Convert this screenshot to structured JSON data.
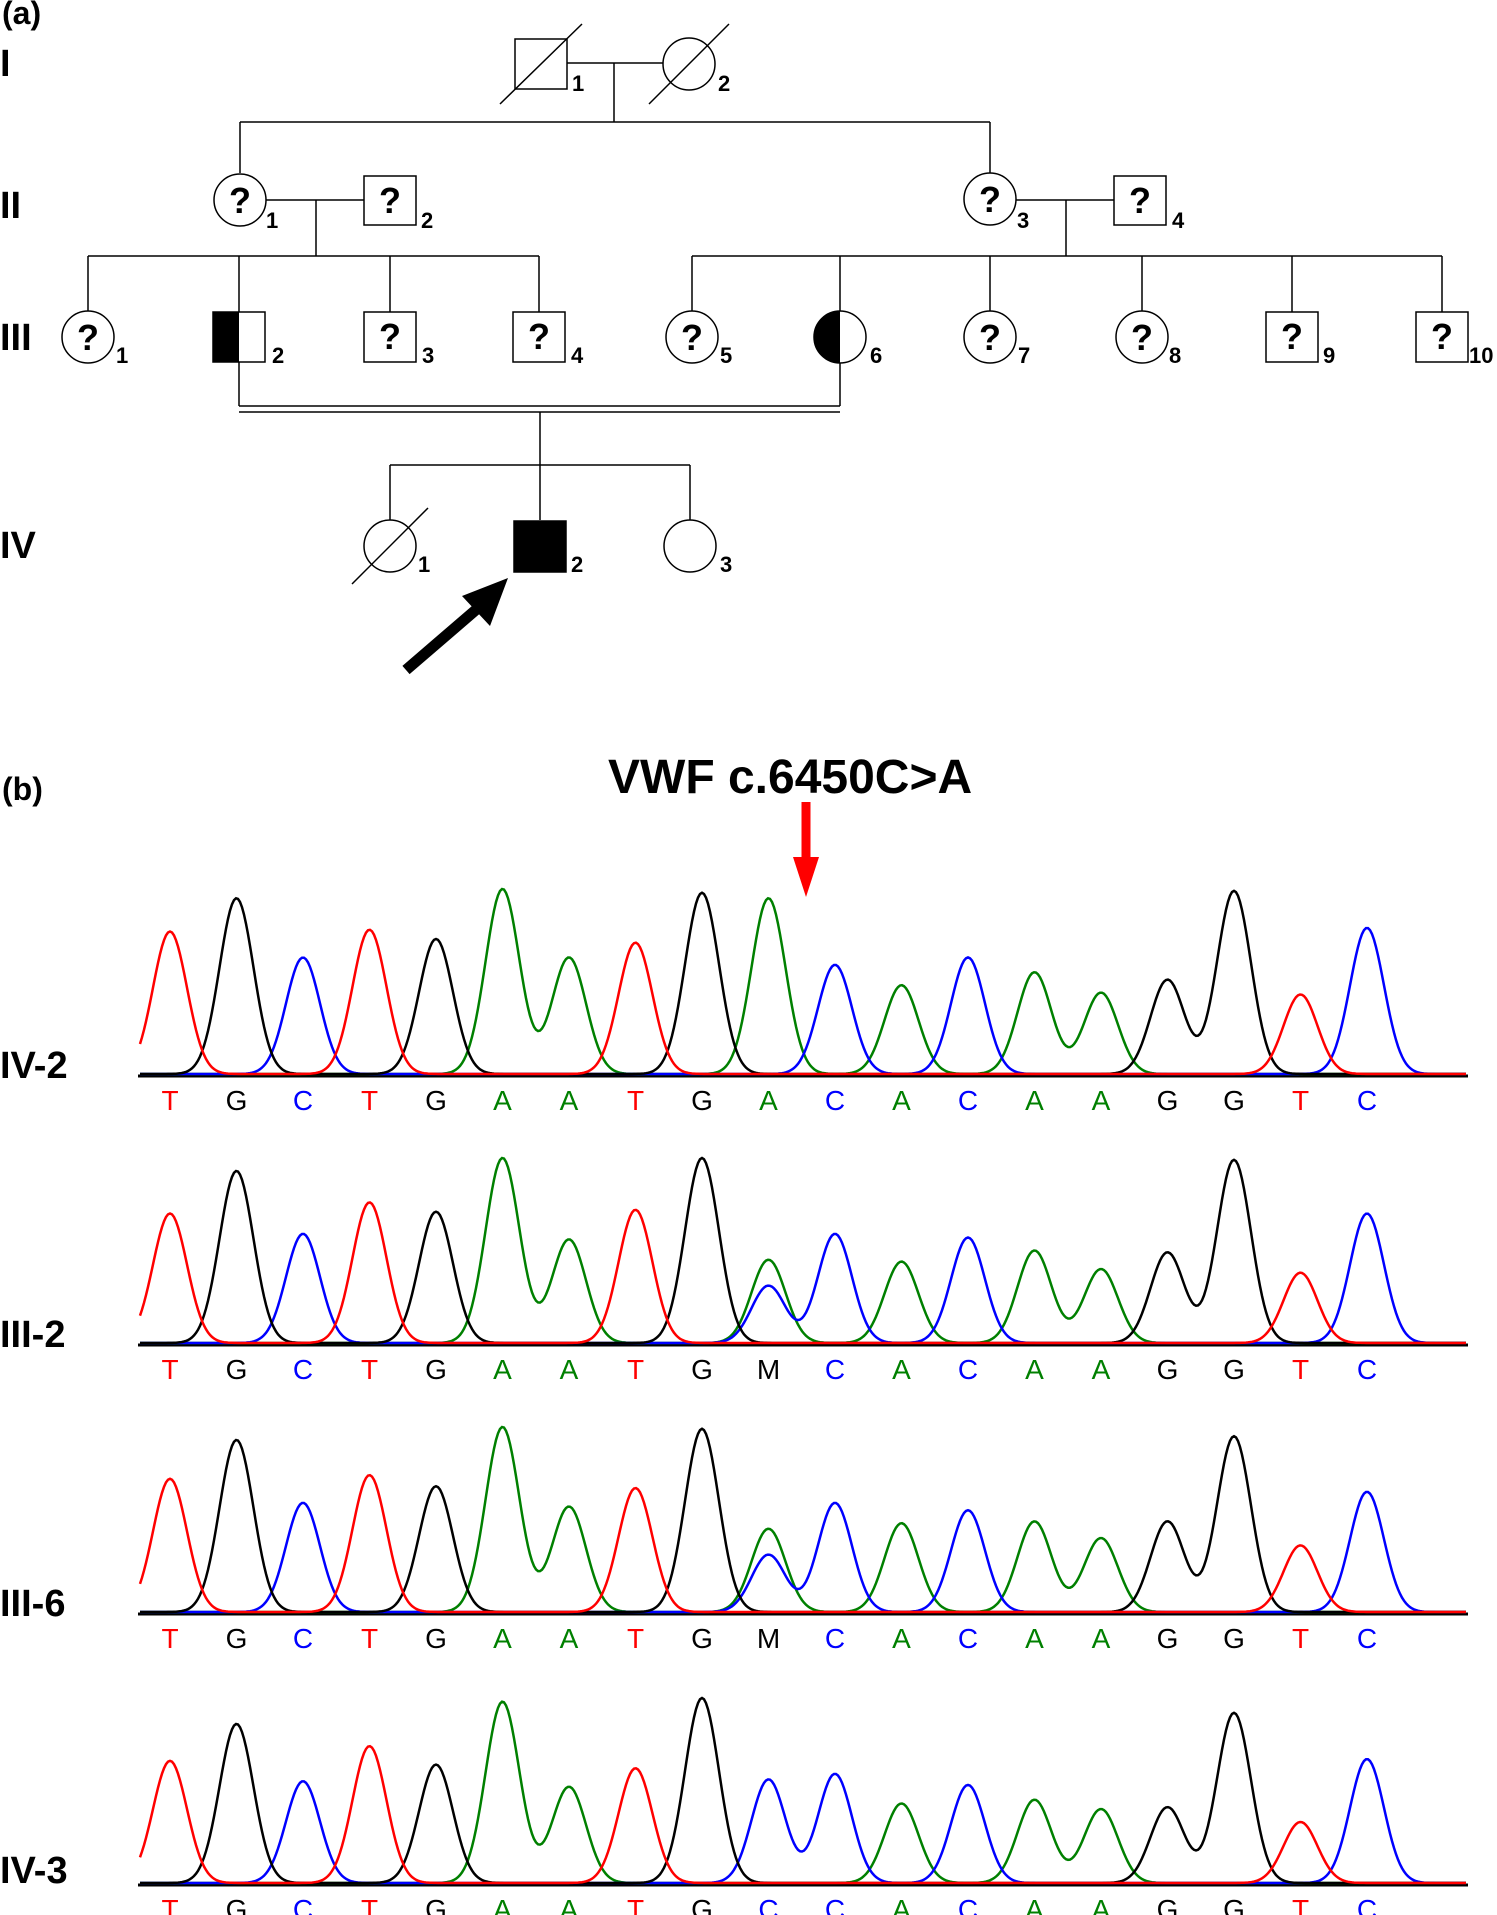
{
  "panels": {
    "a": "(a)",
    "b": "(b)"
  },
  "pedigree": {
    "generations": [
      "I",
      "II",
      "III",
      "IV"
    ],
    "individuals": [
      {
        "id": "I-1",
        "gen": 0,
        "sex": "male",
        "label": "1",
        "deceased": true
      },
      {
        "id": "I-2",
        "gen": 0,
        "sex": "female",
        "label": "2",
        "deceased": true
      },
      {
        "id": "II-1",
        "gen": 1,
        "sex": "female",
        "label": "1",
        "unknown": true
      },
      {
        "id": "II-2",
        "gen": 1,
        "sex": "male",
        "label": "2",
        "unknown": true
      },
      {
        "id": "II-3",
        "gen": 1,
        "sex": "female",
        "label": "3",
        "unknown": true
      },
      {
        "id": "II-4",
        "gen": 1,
        "sex": "male",
        "label": "4",
        "unknown": true
      },
      {
        "id": "III-1",
        "gen": 2,
        "sex": "female",
        "label": "1",
        "unknown": true
      },
      {
        "id": "III-2",
        "gen": 2,
        "sex": "male",
        "label": "2",
        "status": "carrier"
      },
      {
        "id": "III-3",
        "gen": 2,
        "sex": "male",
        "label": "3",
        "unknown": true
      },
      {
        "id": "III-4",
        "gen": 2,
        "sex": "male",
        "label": "4",
        "unknown": true
      },
      {
        "id": "III-5",
        "gen": 2,
        "sex": "female",
        "label": "5",
        "unknown": true
      },
      {
        "id": "III-6",
        "gen": 2,
        "sex": "female",
        "label": "6",
        "status": "carrier"
      },
      {
        "id": "III-7",
        "gen": 2,
        "sex": "female",
        "label": "7",
        "unknown": true
      },
      {
        "id": "III-8",
        "gen": 2,
        "sex": "female",
        "label": "8",
        "unknown": true
      },
      {
        "id": "III-9",
        "gen": 2,
        "sex": "male",
        "label": "9",
        "unknown": true
      },
      {
        "id": "III-10",
        "gen": 2,
        "sex": "male",
        "label": "10",
        "unknown": true
      },
      {
        "id": "IV-1",
        "gen": 3,
        "sex": "female",
        "label": "1",
        "deceased": true
      },
      {
        "id": "IV-2",
        "gen": 3,
        "sex": "male",
        "label": "2",
        "status": "affected",
        "proband": true
      },
      {
        "id": "IV-3",
        "gen": 3,
        "sex": "female",
        "label": "3"
      }
    ],
    "unknown_mark": "?"
  },
  "sequencing": {
    "mutation_title": "VWF c.6450C>A",
    "arrow_color": "#ff0000",
    "base_colors": {
      "A": "#008000",
      "C": "#0000ff",
      "G": "#000000",
      "T": "#ff0000",
      "M": "#000000"
    },
    "traces": [
      {
        "label": "IV-2",
        "calls": [
          "T",
          "G",
          "C",
          "T",
          "G",
          "A",
          "A",
          "T",
          "G",
          "A",
          "C",
          "A",
          "C",
          "A",
          "A",
          "G",
          "G",
          "T",
          "C"
        ],
        "peaks": [
          [
            {
              "b": "T",
              "h": 0.77
            }
          ],
          [
            {
              "b": "G",
              "h": 0.95
            }
          ],
          [
            {
              "b": "C",
              "h": 0.63
            }
          ],
          [
            {
              "b": "T",
              "h": 0.78
            }
          ],
          [
            {
              "b": "G",
              "h": 0.73
            }
          ],
          [
            {
              "b": "A",
              "h": 1.0
            }
          ],
          [
            {
              "b": "A",
              "h": 0.63
            }
          ],
          [
            {
              "b": "T",
              "h": 0.71
            }
          ],
          [
            {
              "b": "G",
              "h": 0.98
            }
          ],
          [
            {
              "b": "A",
              "h": 0.95
            }
          ],
          [
            {
              "b": "C",
              "h": 0.59
            }
          ],
          [
            {
              "b": "A",
              "h": 0.48
            }
          ],
          [
            {
              "b": "C",
              "h": 0.63
            }
          ],
          [
            {
              "b": "A",
              "h": 0.55
            }
          ],
          [
            {
              "b": "A",
              "h": 0.44
            }
          ],
          [
            {
              "b": "G",
              "h": 0.51
            }
          ],
          [
            {
              "b": "G",
              "h": 0.99
            }
          ],
          [
            {
              "b": "T",
              "h": 0.43
            }
          ],
          [
            {
              "b": "C",
              "h": 0.79
            }
          ]
        ]
      },
      {
        "label": "III-2",
        "calls": [
          "T",
          "G",
          "C",
          "T",
          "G",
          "A",
          "A",
          "T",
          "G",
          "M",
          "C",
          "A",
          "C",
          "A",
          "A",
          "G",
          "G",
          "T",
          "C"
        ],
        "peaks": [
          [
            {
              "b": "T",
              "h": 0.7
            }
          ],
          [
            {
              "b": "G",
              "h": 0.93
            }
          ],
          [
            {
              "b": "C",
              "h": 0.59
            }
          ],
          [
            {
              "b": "T",
              "h": 0.76
            }
          ],
          [
            {
              "b": "G",
              "h": 0.71
            }
          ],
          [
            {
              "b": "A",
              "h": 1.0
            }
          ],
          [
            {
              "b": "A",
              "h": 0.56
            }
          ],
          [
            {
              "b": "T",
              "h": 0.72
            }
          ],
          [
            {
              "b": "G",
              "h": 1.0
            }
          ],
          [
            {
              "b": "A",
              "h": 0.45
            },
            {
              "b": "C",
              "h": 0.31
            }
          ],
          [
            {
              "b": "C",
              "h": 0.59
            }
          ],
          [
            {
              "b": "A",
              "h": 0.44
            }
          ],
          [
            {
              "b": "C",
              "h": 0.57
            }
          ],
          [
            {
              "b": "A",
              "h": 0.5
            }
          ],
          [
            {
              "b": "A",
              "h": 0.4
            }
          ],
          [
            {
              "b": "G",
              "h": 0.49
            }
          ],
          [
            {
              "b": "G",
              "h": 0.99
            }
          ],
          [
            {
              "b": "T",
              "h": 0.38
            }
          ],
          [
            {
              "b": "C",
              "h": 0.7
            }
          ]
        ]
      },
      {
        "label": "III-6",
        "calls": [
          "T",
          "G",
          "C",
          "T",
          "G",
          "A",
          "A",
          "T",
          "G",
          "M",
          "C",
          "A",
          "C",
          "A",
          "A",
          "G",
          "G",
          "T",
          "C"
        ],
        "peaks": [
          [
            {
              "b": "T",
              "h": 0.72
            }
          ],
          [
            {
              "b": "G",
              "h": 0.93
            }
          ],
          [
            {
              "b": "C",
              "h": 0.59
            }
          ],
          [
            {
              "b": "T",
              "h": 0.74
            }
          ],
          [
            {
              "b": "G",
              "h": 0.68
            }
          ],
          [
            {
              "b": "A",
              "h": 1.0
            }
          ],
          [
            {
              "b": "A",
              "h": 0.57
            }
          ],
          [
            {
              "b": "T",
              "h": 0.67
            }
          ],
          [
            {
              "b": "G",
              "h": 0.99
            }
          ],
          [
            {
              "b": "A",
              "h": 0.45
            },
            {
              "b": "C",
              "h": 0.31
            }
          ],
          [
            {
              "b": "C",
              "h": 0.59
            }
          ],
          [
            {
              "b": "A",
              "h": 0.48
            }
          ],
          [
            {
              "b": "C",
              "h": 0.55
            }
          ],
          [
            {
              "b": "A",
              "h": 0.49
            }
          ],
          [
            {
              "b": "A",
              "h": 0.4
            }
          ],
          [
            {
              "b": "G",
              "h": 0.49
            }
          ],
          [
            {
              "b": "G",
              "h": 0.95
            }
          ],
          [
            {
              "b": "T",
              "h": 0.36
            }
          ],
          [
            {
              "b": "C",
              "h": 0.65
            }
          ]
        ]
      },
      {
        "label": "IV-3",
        "calls": [
          "T",
          "G",
          "C",
          "T",
          "G",
          "A",
          "A",
          "T",
          "G",
          "C",
          "C",
          "A",
          "C",
          "A",
          "A",
          "G",
          "G",
          "T",
          "C"
        ],
        "peaks": [
          [
            {
              "b": "T",
              "h": 0.66
            }
          ],
          [
            {
              "b": "G",
              "h": 0.86
            }
          ],
          [
            {
              "b": "C",
              "h": 0.55
            }
          ],
          [
            {
              "b": "T",
              "h": 0.74
            }
          ],
          [
            {
              "b": "G",
              "h": 0.64
            }
          ],
          [
            {
              "b": "A",
              "h": 0.98
            }
          ],
          [
            {
              "b": "A",
              "h": 0.52
            }
          ],
          [
            {
              "b": "T",
              "h": 0.62
            }
          ],
          [
            {
              "b": "G",
              "h": 1.0
            }
          ],
          [
            {
              "b": "C",
              "h": 0.56
            }
          ],
          [
            {
              "b": "C",
              "h": 0.59
            }
          ],
          [
            {
              "b": "A",
              "h": 0.43
            }
          ],
          [
            {
              "b": "C",
              "h": 0.53
            }
          ],
          [
            {
              "b": "A",
              "h": 0.45
            }
          ],
          [
            {
              "b": "A",
              "h": 0.4
            }
          ],
          [
            {
              "b": "G",
              "h": 0.41
            }
          ],
          [
            {
              "b": "G",
              "h": 0.92
            }
          ],
          [
            {
              "b": "T",
              "h": 0.33
            }
          ],
          [
            {
              "b": "C",
              "h": 0.67
            }
          ]
        ]
      }
    ]
  }
}
